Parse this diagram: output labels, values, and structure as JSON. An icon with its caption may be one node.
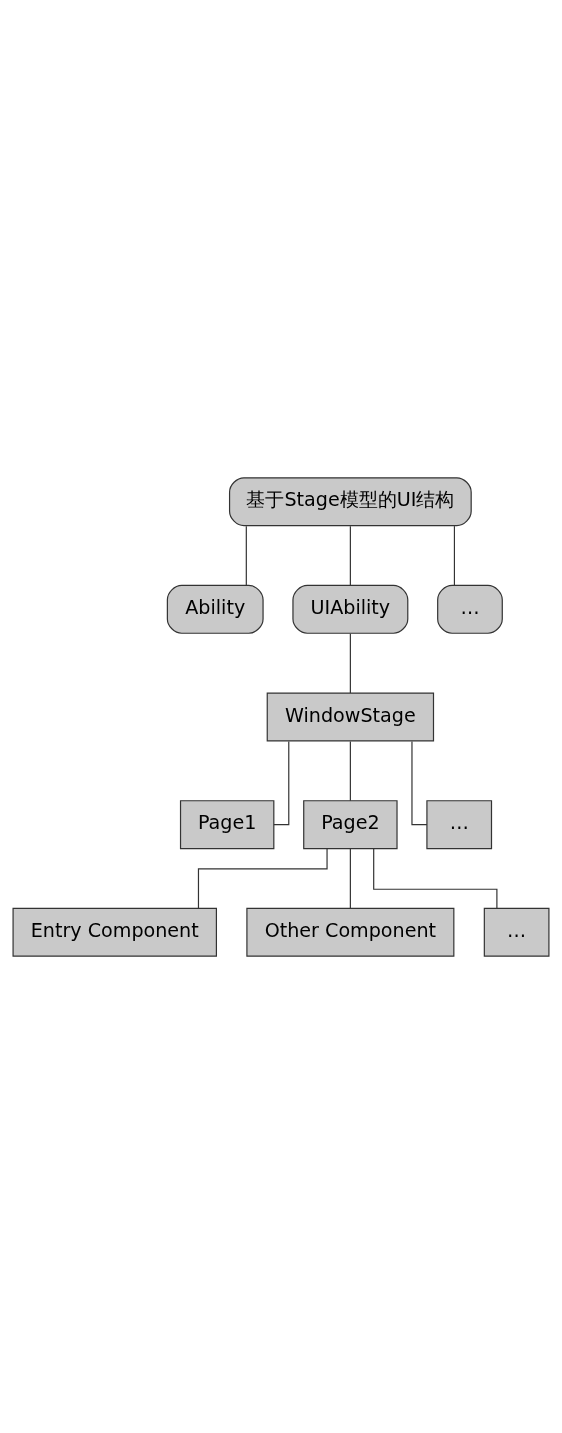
{
  "diagram": {
    "nodes": [
      {
        "text": [
          "基于Stage模型的UI结构"
        ]
      },
      {
        "text": [
          "Ability"
        ]
      },
      {
        "text": [
          "UIAbility"
        ]
      },
      {
        "text": [
          "…"
        ]
      },
      {
        "text": [
          "WindowStage"
        ]
      },
      {
        "text": [
          "Page1"
        ]
      },
      {
        "text": [
          "Page2"
        ]
      },
      {
        "text": [
          "…"
        ]
      },
      {
        "text": [
          "Entry Component"
        ]
      },
      {
        "text": [
          "Other Component"
        ]
      },
      {
        "text": [
          "…"
        ]
      }
    ],
    "edges": [
      {
        "from": 0,
        "to": 1,
        "arrow": "none"
      },
      {
        "from": 0,
        "to": 2,
        "arrow": "none"
      },
      {
        "from": 0,
        "to": 3,
        "arrow": "none"
      },
      {
        "from": 2,
        "to": 4,
        "arrow": "none"
      },
      {
        "from": 4,
        "to": 5,
        "arrow": "none"
      },
      {
        "from": 4,
        "to": 6,
        "arrow": "none"
      },
      {
        "from": 4,
        "to": 7,
        "arrow": "none"
      },
      {
        "from": 6,
        "to": 8,
        "arrow": "none"
      },
      {
        "from": 6,
        "to": 9,
        "arrow": "none"
      },
      {
        "from": 6,
        "to": 10,
        "arrow": "none"
      }
    ]
  }
}
